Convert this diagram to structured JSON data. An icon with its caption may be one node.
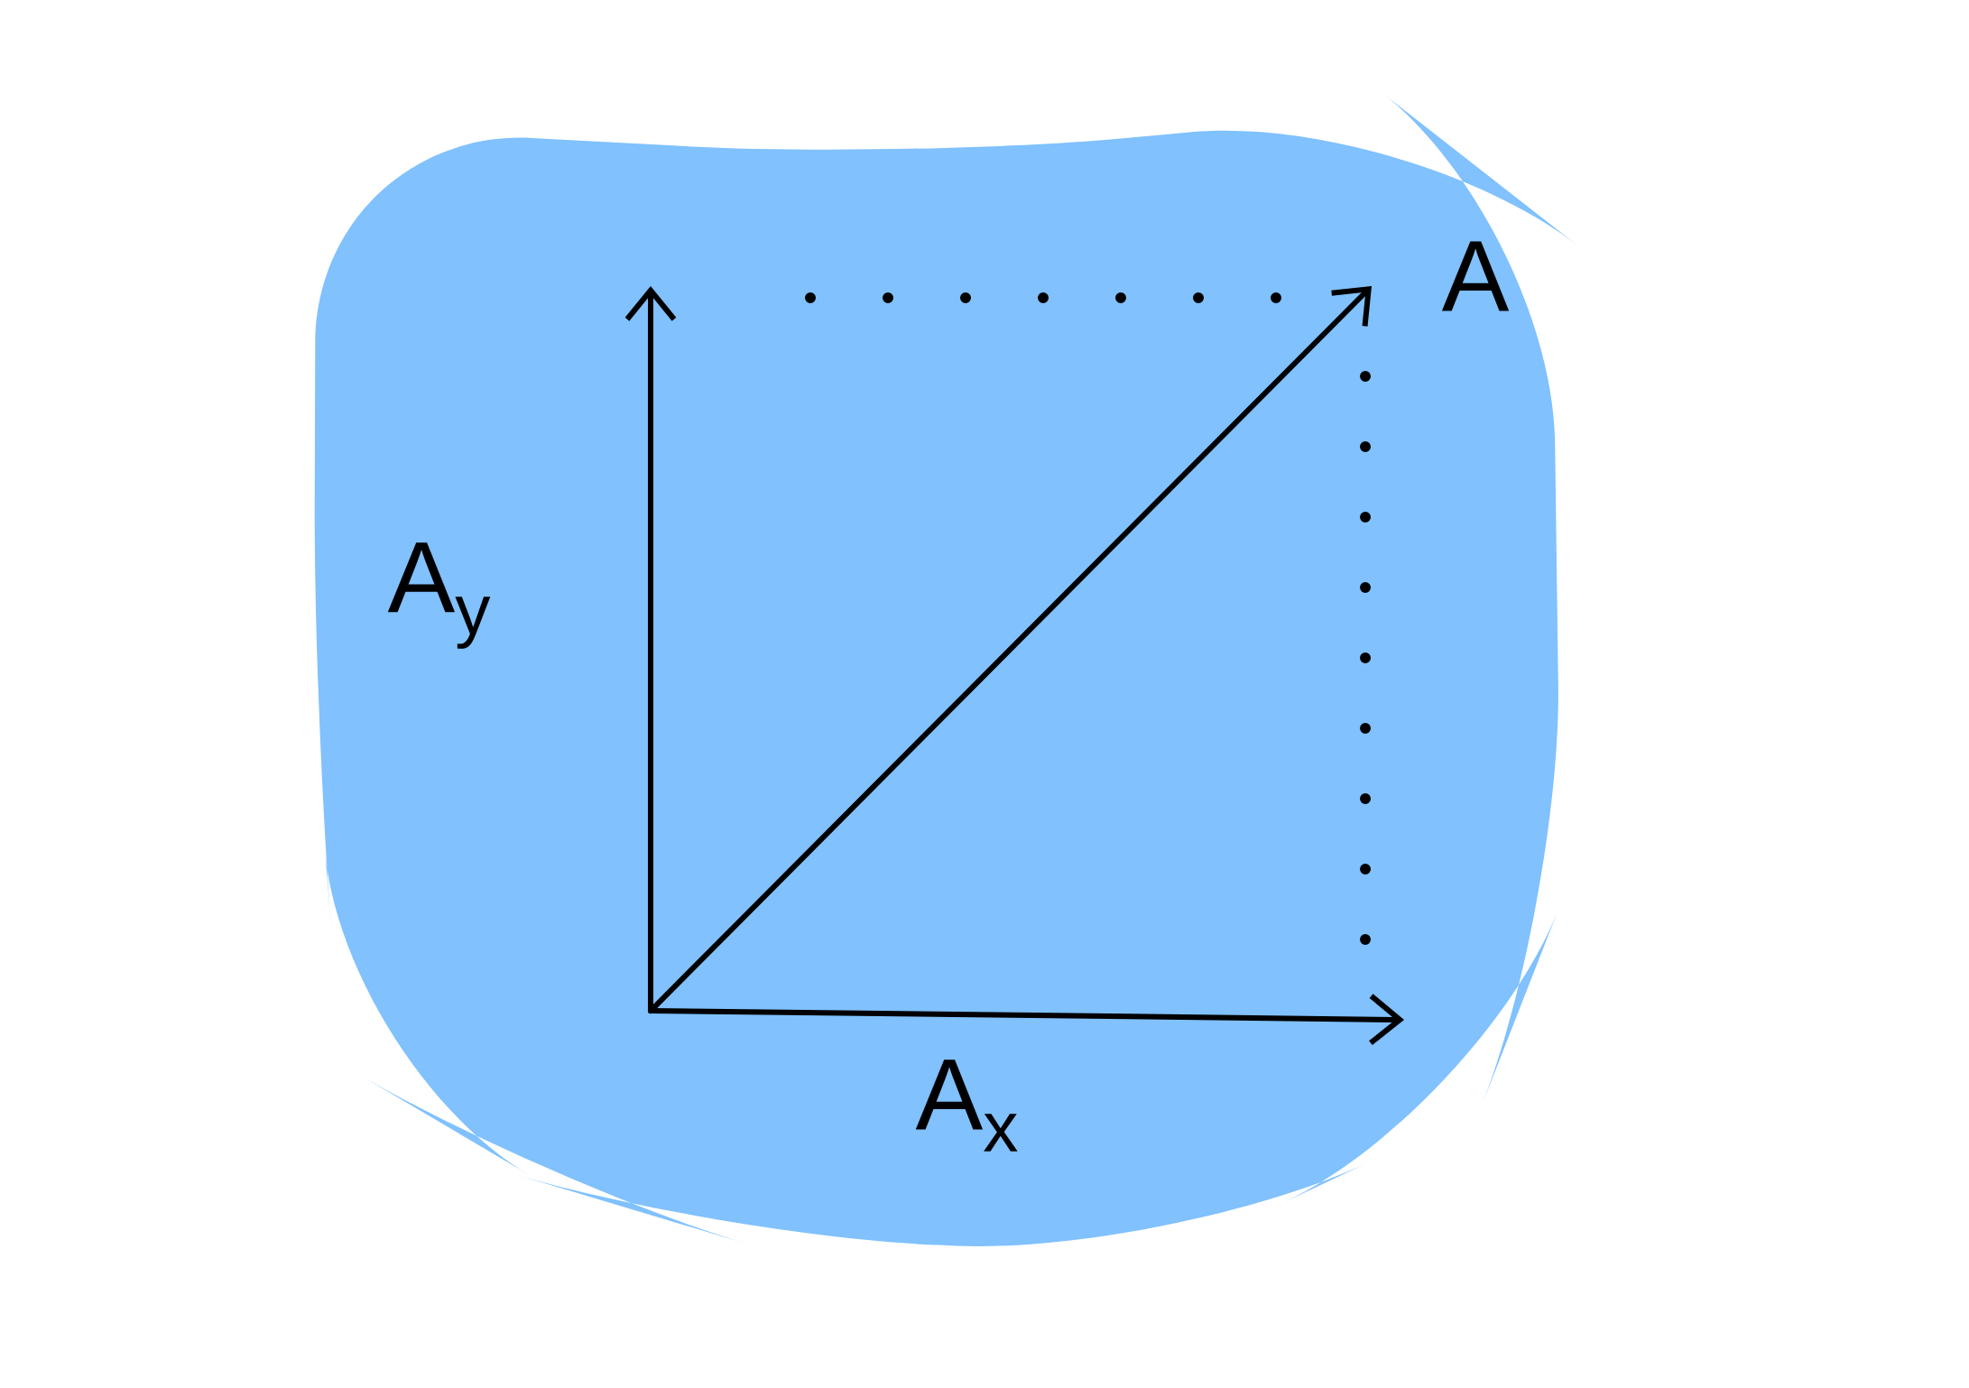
{
  "diagram": {
    "labels": [
      "A",
      "A$_{y}$",
      "A$_{x}$"
    ]
  }
}
